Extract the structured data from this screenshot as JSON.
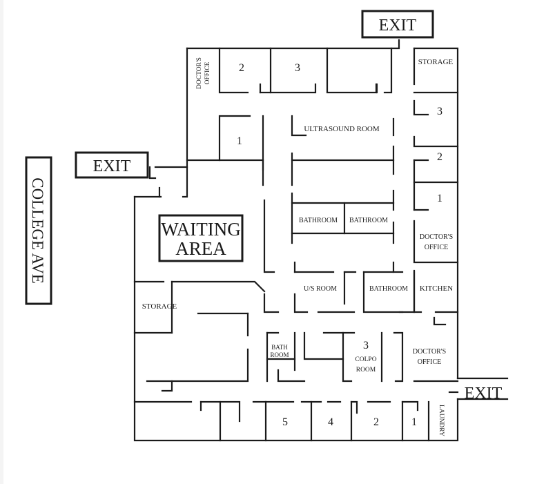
{
  "street": "COLLEGE AVE",
  "signs": {
    "exit_top": "EXIT",
    "exit_left": "EXIT",
    "exit_right": "EXIT",
    "waiting_area_line1": "WAITING",
    "waiting_area_line2": "AREA"
  },
  "rooms": {
    "doctors_office_top_line1": "DOCTOR'S",
    "doctors_office_top_line2": "OFFICE",
    "room_top_2": "2",
    "room_top_3": "3",
    "storage_right": "STORAGE",
    "room_right_3": "3",
    "room_right_2": "2",
    "room_right_1": "1",
    "doctors_office_right_line1": "DOCTOR'S",
    "doctors_office_right_line2": "OFFICE",
    "room_mid_1": "1",
    "ultrasound_room": "ULTRASOUND ROOM",
    "bathroom_left": "BATHROOM",
    "bathroom_right": "BATHROOM",
    "us_room": "U/S ROOM",
    "bathroom_center": "BATHROOM",
    "kitchen": "KITCHEN",
    "storage_left": "STORAGE",
    "bath_room_line1": "BATH",
    "bath_room_line2": "ROOM",
    "colpo_line1": "3",
    "colpo_line2": "COLPO",
    "colpo_line3": "ROOM",
    "doctors_office_lower_line1": "DOCTOR'S",
    "doctors_office_lower_line2": "OFFICE",
    "room_bottom_5": "5",
    "room_bottom_4": "4",
    "room_bottom_2": "2",
    "room_bottom_1": "1",
    "laundry": "LAUNDRY"
  }
}
